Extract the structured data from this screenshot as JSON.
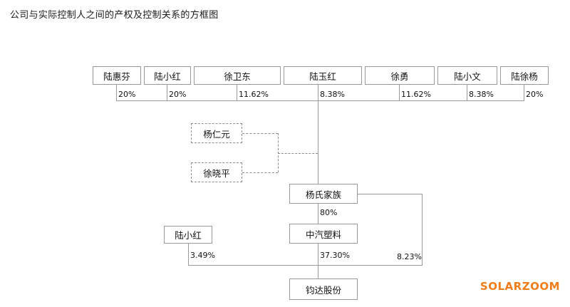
{
  "title": "公司与实际控制人之间的产权及控制关系的方框图",
  "watermark": "SOLARZOOM",
  "colors": {
    "box_border": "#9a9a9a",
    "dashed_border": "#8c8c8c",
    "text": "#111111",
    "watermark": "#f07d1a",
    "background": "#ffffff"
  },
  "diagram": {
    "type": "org-chart",
    "shareholders_top": [
      {
        "name": "陆惠芬",
        "percent": "20%"
      },
      {
        "name": "陆小红",
        "percent": "20%"
      },
      {
        "name": "徐卫东",
        "percent": "11.62%"
      },
      {
        "name": "陆玉红",
        "percent": "8.38%"
      },
      {
        "name": "徐勇",
        "percent": "11.62%"
      },
      {
        "name": "陆小文",
        "percent": "8.38%"
      },
      {
        "name": "陆徐杨",
        "percent": "20%"
      }
    ],
    "dashed_nodes": [
      {
        "name": "杨仁元"
      },
      {
        "name": "徐晓平"
      }
    ],
    "family_node": {
      "name": "杨氏家族"
    },
    "family_to_company_percent": "80%",
    "company_node": {
      "name": "中汽塑料"
    },
    "side_shareholder": {
      "name": "陆小红",
      "percent": "3.49%"
    },
    "company_to_target_percent": "37.30%",
    "family_direct_percent": "8.23%",
    "target_node": {
      "name": "钧达股份"
    }
  }
}
